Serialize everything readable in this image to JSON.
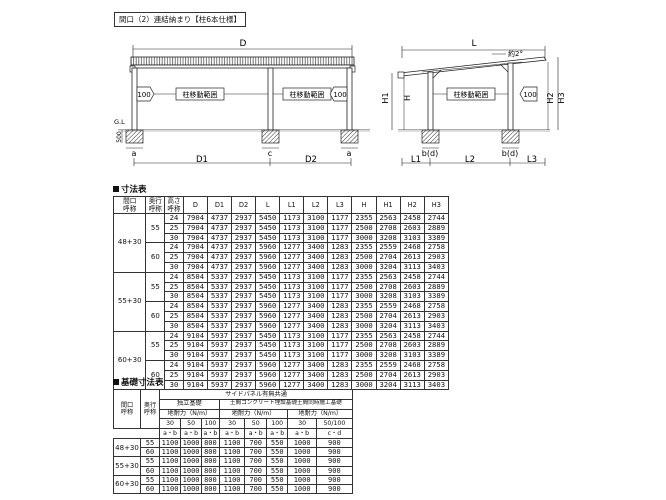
{
  "caption": "間口（2）連結納まり【柱6本仕様】",
  "front": {
    "label_D": "D",
    "label_D1": "D1",
    "label_D2": "D2",
    "label_a1": "a",
    "label_c": "c",
    "label_a2": "a",
    "label_GL": "G.L",
    "label_500": "500",
    "arrow_label": "100",
    "range_label": "柱移動範囲"
  },
  "side": {
    "label_L": "L",
    "label_slope": "約2°",
    "label_H": "H",
    "label_H1": "H1",
    "label_H2": "H2",
    "label_H3": "H3",
    "label_L1": "L1",
    "label_L2": "L2",
    "label_L3": "L3",
    "label_bd1": "b(d)",
    "label_bd2": "b(d)",
    "arrow_label": "100",
    "range_label": "柱移動範囲"
  },
  "dim_table": {
    "title": "寸法表",
    "headers": [
      "間口\n呼称",
      "奥行\n呼称",
      "高さ\n呼称",
      "D",
      "D1",
      "D2",
      "L",
      "L1",
      "L2",
      "L3",
      "H",
      "H1",
      "H2",
      "H3"
    ],
    "groups": [
      {
        "name": "48+30",
        "subgroups": [
          {
            "depth": "55",
            "rows": [
              [
                "24",
                "7904",
                "4737",
                "2937",
                "5450",
                "1173",
                "3100",
                "1177",
                "2355",
                "2563",
                "2458",
                "2744"
              ],
              [
                "25",
                "7904",
                "4737",
                "2937",
                "5450",
                "1173",
                "3100",
                "1177",
                "2500",
                "2708",
                "2603",
                "2889"
              ],
              [
                "30",
                "7904",
                "4737",
                "2937",
                "5450",
                "1173",
                "3100",
                "1177",
                "3000",
                "3208",
                "3103",
                "3389"
              ]
            ]
          },
          {
            "depth": "60",
            "rows": [
              [
                "24",
                "7904",
                "4737",
                "2937",
                "5960",
                "1277",
                "3400",
                "1283",
                "2355",
                "2559",
                "2468",
                "2758"
              ],
              [
                "25",
                "7904",
                "4737",
                "2937",
                "5960",
                "1277",
                "3400",
                "1283",
                "2500",
                "2704",
                "2613",
                "2903"
              ],
              [
                "30",
                "7904",
                "4737",
                "2937",
                "5960",
                "1277",
                "3400",
                "1283",
                "3000",
                "3204",
                "3113",
                "3403"
              ]
            ]
          }
        ]
      },
      {
        "name": "55+30",
        "subgroups": [
          {
            "depth": "55",
            "rows": [
              [
                "24",
                "8504",
                "5337",
                "2937",
                "5450",
                "1173",
                "3100",
                "1177",
                "2355",
                "2563",
                "2458",
                "2744"
              ],
              [
                "25",
                "8504",
                "5337",
                "2937",
                "5450",
                "1173",
                "3100",
                "1177",
                "2500",
                "2708",
                "2603",
                "2889"
              ],
              [
                "30",
                "8504",
                "5337",
                "2937",
                "5450",
                "1173",
                "3100",
                "1177",
                "3000",
                "3208",
                "3103",
                "3389"
              ]
            ]
          },
          {
            "depth": "60",
            "rows": [
              [
                "24",
                "8504",
                "5337",
                "2937",
                "5960",
                "1277",
                "3400",
                "1283",
                "2355",
                "2559",
                "2468",
                "2758"
              ],
              [
                "25",
                "8504",
                "5337",
                "2937",
                "5960",
                "1277",
                "3400",
                "1283",
                "2500",
                "2704",
                "2613",
                "2903"
              ],
              [
                "30",
                "8504",
                "5337",
                "2937",
                "5960",
                "1277",
                "3400",
                "1283",
                "3000",
                "3204",
                "3113",
                "3403"
              ]
            ]
          }
        ]
      },
      {
        "name": "60+30",
        "subgroups": [
          {
            "depth": "55",
            "rows": [
              [
                "24",
                "9104",
                "5937",
                "2937",
                "5450",
                "1173",
                "3100",
                "1177",
                "2355",
                "2563",
                "2458",
                "2744"
              ],
              [
                "25",
                "9104",
                "5937",
                "2937",
                "5450",
                "1173",
                "3100",
                "1177",
                "2500",
                "2708",
                "2603",
                "2889"
              ],
              [
                "30",
                "9104",
                "5937",
                "2937",
                "5450",
                "1173",
                "3100",
                "1177",
                "3000",
                "3208",
                "3103",
                "3389"
              ]
            ]
          },
          {
            "depth": "60",
            "rows": [
              [
                "24",
                "9104",
                "5937",
                "2937",
                "5960",
                "1277",
                "3400",
                "1283",
                "2355",
                "2559",
                "2468",
                "2758"
              ],
              [
                "25",
                "9104",
                "5937",
                "2937",
                "5960",
                "1277",
                "3400",
                "1283",
                "2500",
                "2704",
                "2613",
                "2903"
              ],
              [
                "30",
                "9104",
                "5937",
                "2937",
                "5960",
                "1277",
                "3400",
                "1283",
                "3000",
                "3204",
                "3113",
                "3403"
              ]
            ]
          }
        ]
      }
    ]
  },
  "fnd_table": {
    "title": "基礎寸法表",
    "top_header": "サイドパネル有無共通",
    "col_frontage": "間口\n呼称",
    "col_depth": "奥行\n呼称",
    "grp1": "独立基礎",
    "grp2": "土間コンクリート埋設基礎",
    "grp3": "土間同時施工基礎",
    "bearing": "地耐力（N/m）",
    "sub1": [
      "30",
      "50",
      "100"
    ],
    "sub2": [
      "30",
      "50",
      "100"
    ],
    "sub3": [
      "30",
      "50/100"
    ],
    "ab": "a・b",
    "cd": "c・d",
    "groups": [
      {
        "name": "48+30",
        "rows": [
          [
            "55",
            "1100",
            "1000",
            "800",
            "1100",
            "700",
            "550",
            "1000",
            "900"
          ],
          [
            "60",
            "1100",
            "1000",
            "800",
            "1100",
            "700",
            "550",
            "1000",
            "900"
          ]
        ]
      },
      {
        "name": "55+30",
        "rows": [
          [
            "55",
            "1100",
            "1000",
            "800",
            "1100",
            "700",
            "550",
            "1000",
            "900"
          ],
          [
            "60",
            "1100",
            "1000",
            "800",
            "1100",
            "700",
            "550",
            "1000",
            "900"
          ]
        ]
      },
      {
        "name": "60+30",
        "rows": [
          [
            "55",
            "1100",
            "1000",
            "800",
            "1100",
            "700",
            "550",
            "1000",
            "900"
          ],
          [
            "60",
            "1100",
            "1000",
            "800",
            "1100",
            "700",
            "550",
            "1000",
            "900"
          ]
        ]
      }
    ]
  }
}
